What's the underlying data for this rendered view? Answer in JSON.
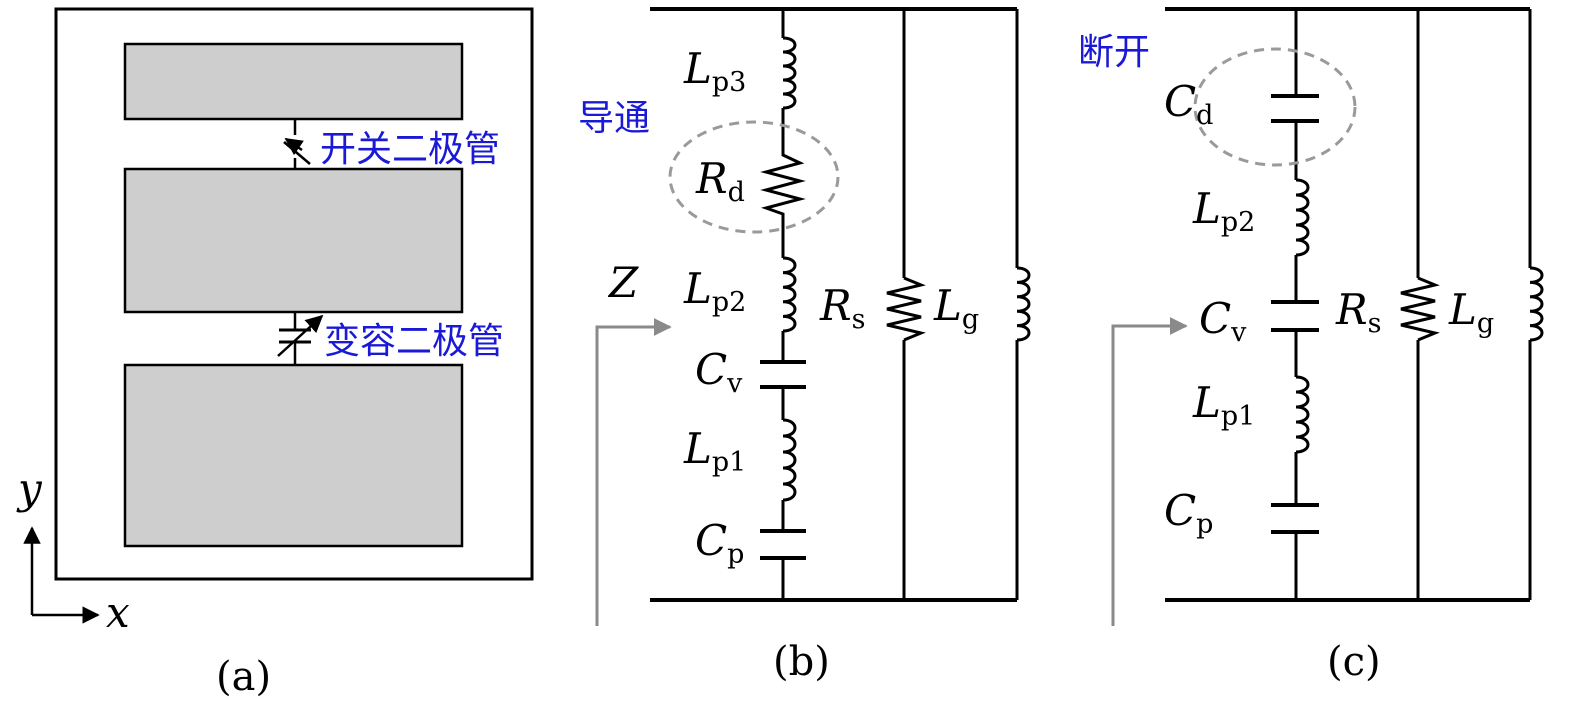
{
  "colors": {
    "ink": "#000000",
    "patch_fill": "#cfcecf",
    "annotation_blue": "#1a1ad6",
    "dashed_gray": "#9a9a9a",
    "probe_gray": "#8a8a8a"
  },
  "panel_a": {
    "caption": "(a)",
    "switch_diode_label": "开关二极管",
    "varactor_label": "变容二极管",
    "axis_x": "x",
    "axis_y": "y"
  },
  "panel_b": {
    "caption": "(b)",
    "state_label": "导通",
    "impedance_label": "Z",
    "components": {
      "lp3": {
        "main": "L",
        "sub": "p3"
      },
      "rd": {
        "main": "R",
        "sub": "d"
      },
      "lp2": {
        "main": "L",
        "sub": "p2"
      },
      "cv": {
        "main": "C",
        "sub": "v"
      },
      "lp1": {
        "main": "L",
        "sub": "p1"
      },
      "cp": {
        "main": "C",
        "sub": "p"
      },
      "rs": {
        "main": "R",
        "sub": "s"
      },
      "lg": {
        "main": "L",
        "sub": "g"
      }
    }
  },
  "panel_c": {
    "caption": "(c)",
    "state_label": "断开",
    "components": {
      "cd": {
        "main": "C",
        "sub": "d"
      },
      "lp2": {
        "main": "L",
        "sub": "p2"
      },
      "cv": {
        "main": "C",
        "sub": "v"
      },
      "lp1": {
        "main": "L",
        "sub": "p1"
      },
      "cp": {
        "main": "C",
        "sub": "p"
      },
      "rs": {
        "main": "R",
        "sub": "s"
      },
      "lg": {
        "main": "L",
        "sub": "g"
      }
    }
  }
}
